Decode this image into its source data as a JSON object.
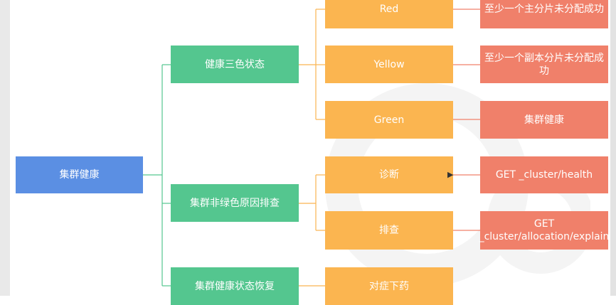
{
  "colors": {
    "root": "#5b8fe3",
    "level1": "#54c68f",
    "level2": "#fbb550",
    "level3": "#f0806a",
    "connector_green": "#54c68f",
    "connector_orange": "#fbb550",
    "connector_red": "#f0806a"
  },
  "root": {
    "label": "集群健康"
  },
  "branches": [
    {
      "label": "健康三色状态",
      "children": [
        {
          "label": "Red",
          "detail": "至少一个主分片未分配成功"
        },
        {
          "label": "Yellow",
          "detail": "至少一个副本分片未分配成功"
        },
        {
          "label": "Green",
          "detail": "集群健康"
        }
      ]
    },
    {
      "label": "集群非绿色原因排查",
      "children": [
        {
          "label": "诊断",
          "detail": "GET _cluster/health"
        },
        {
          "label": "排查",
          "detail": "GET _cluster/allocation/explain"
        }
      ]
    },
    {
      "label": "集群健康状态恢复",
      "children": [
        {
          "label": "对症下药"
        }
      ]
    }
  ],
  "cursor_icon": "mouse-pointer-icon"
}
